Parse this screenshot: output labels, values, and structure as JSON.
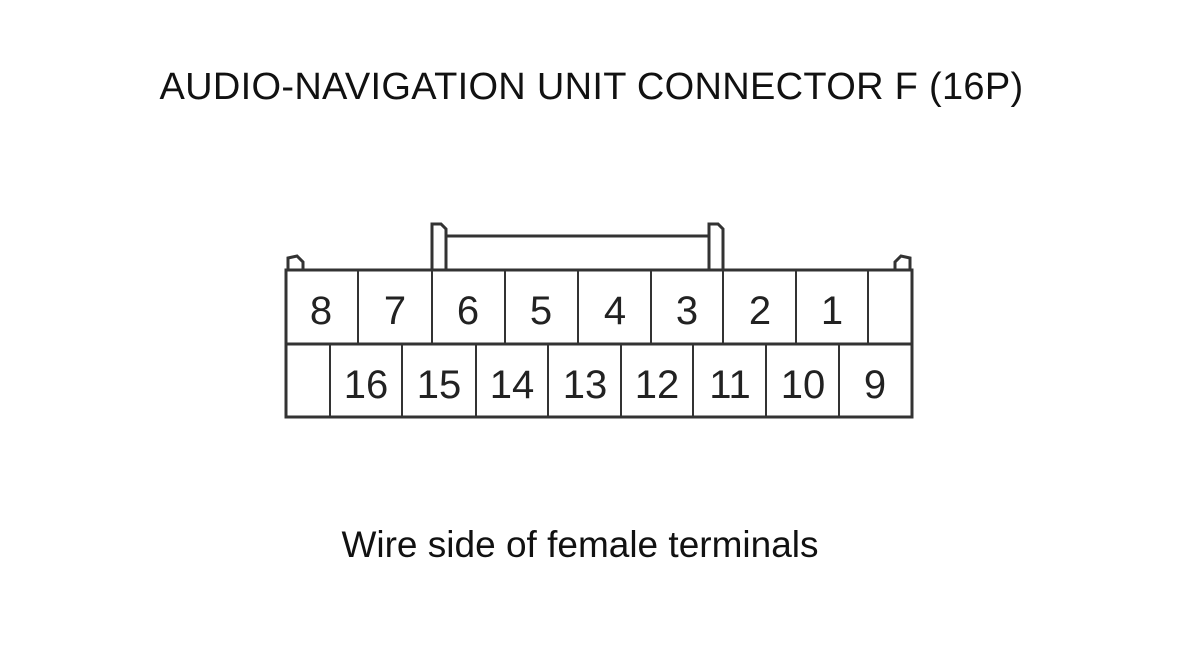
{
  "diagram": {
    "title": "AUDIO-NAVIGATION UNIT CONNECTOR F (16P)",
    "caption": "Wire side of female terminals",
    "connector": {
      "pin_count": 16,
      "top_row": [
        "8",
        "7",
        "6",
        "5",
        "4",
        "3",
        "2",
        "1",
        ""
      ],
      "bottom_row": [
        "",
        "16",
        "15",
        "14",
        "13",
        "12",
        "11",
        "10",
        "9"
      ]
    }
  }
}
